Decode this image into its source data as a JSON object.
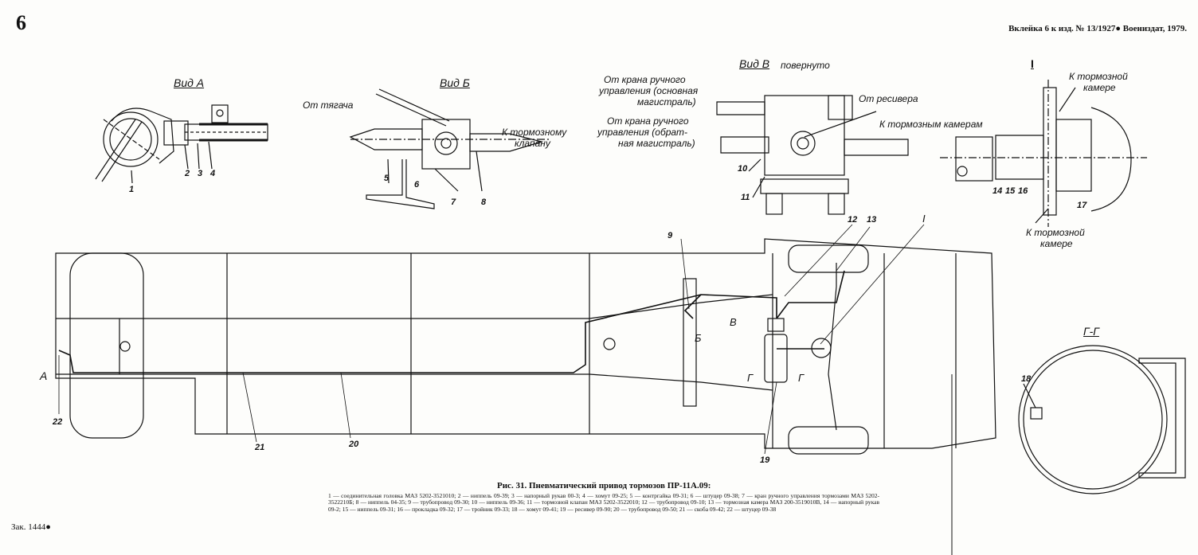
{
  "page": {
    "number": "6",
    "publisher": "Вклейка 6 к изд. № 13/1927● Воениздат, 1979.",
    "order": "Зак. 1444●"
  },
  "views": {
    "a": "Вид А",
    "b": "Вид Б",
    "v": "Вид В",
    "v_note": "повернуто",
    "i": "I",
    "gg": "Г-Г"
  },
  "labels": {
    "from_tractor": "От тягача",
    "to_brake_valve_1": "К тормозному",
    "to_brake_valve_2": "клапану",
    "hand_main_1": "От крана ручного",
    "hand_main_2": "управления (основная",
    "hand_main_3": "магистраль)",
    "hand_back_1": "От крана ручного",
    "hand_back_2": "управления (обрат-",
    "hand_back_3": "ная магистраль)",
    "from_receiver": "От ресивера",
    "to_chambers": "К тормозным камерам",
    "to_chamber_top_1": "К тормозной",
    "to_chamber_top_2": "камере",
    "to_chamber_bot_1": "К тормозной",
    "to_chamber_bot_2": "камере"
  },
  "markers": {
    "a": "А",
    "b": "Б",
    "v": "В",
    "g1": "Г",
    "g2": "Г",
    "i": "I"
  },
  "parts": [
    "1",
    "2",
    "3",
    "4",
    "5",
    "6",
    "7",
    "8",
    "9",
    "10",
    "11",
    "12",
    "13",
    "14",
    "15",
    "16",
    "17",
    "18",
    "19",
    "20",
    "21",
    "22"
  ],
  "caption": {
    "title": "Рис. 31. Пневматический привод тормозов ПР-11А.09:",
    "text": "1 — соединительная головка МАЗ 5202-3521010; 2 — ниппель 09-39; 3 — напорный рукав 00-3; 4 — хомут 09-25; 5 — контргайка 09-31; 6 — штуцер 09-38; 7 — кран ручного управления тормозами МАЗ 5202-3522210Б; 8 — ниппель 04-35; 9 — трубопровод 09-30; 10 — ниппель 09-36; 11 — тормозной клапан МАЗ 5202-3522010; 12 — трубопровод 09-10; 13 — тормозная камера МАЗ 200-3519010В, 14 — напорный рукав 09-2; 15 — ниппель 09-31; 16 — прокладка 09-32; 17 — тройник 09-33; 18 — хомут 09-41; 19 — ресивер 09-90; 20 — трубопровод 09-50; 21 — скоба 09-42; 22 — штуцер 09-38"
  }
}
